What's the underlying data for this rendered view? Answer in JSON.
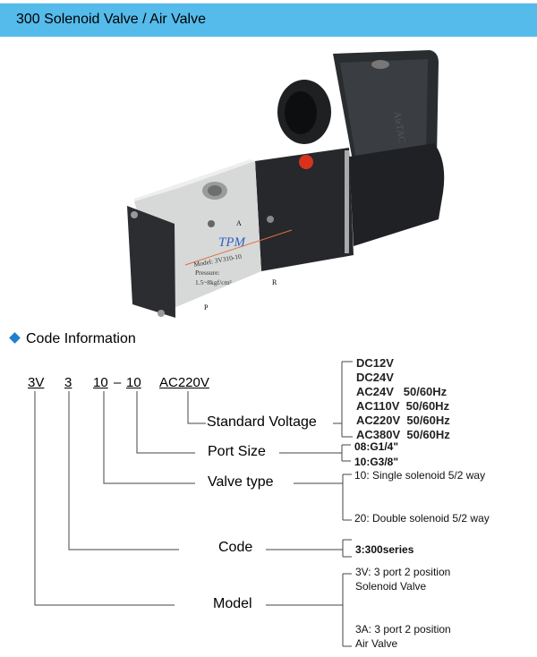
{
  "header": {
    "title": "300 Solenoid Valve / Air Valve"
  },
  "product_image": {
    "brand": "TPM",
    "model_label": "Model: 3V310-10",
    "pressure_label": "Pressure:",
    "pressure_range": "1.5~8kgf/cm²",
    "port_a": "A",
    "port_p": "P",
    "port_r": "R",
    "coil_marking": "AirTAC"
  },
  "section": {
    "title": "Code Information"
  },
  "code": {
    "model": "3V",
    "series": "3",
    "type": "10",
    "dash": "–",
    "port": "10",
    "voltage": "AC220V"
  },
  "labels": {
    "voltage": "Standard Voltage",
    "port": "Port Size",
    "type": "Valve type",
    "series": "Code",
    "model": "Model"
  },
  "voltage_options": [
    "DC12V",
    "DC24V",
    "AC24V   50/60Hz",
    "AC110V  50/60Hz",
    "AC220V  50/60Hz",
    "AC380V  50/60Hz"
  ],
  "port_options": [
    "08:G1/4\"",
    "10:G3/8\""
  ],
  "type_options": [
    "10: Single solenoid 5/2 way",
    "20: Double solenoid 5/2 way"
  ],
  "series_options": [
    "3:300series"
  ],
  "model_options": [
    {
      "line1": "3V: 3 port 2 position",
      "line2": "Solenoid Valve"
    },
    {
      "line1": "3A: 3 port 2 position",
      "line2": "Air Valve"
    }
  ]
}
